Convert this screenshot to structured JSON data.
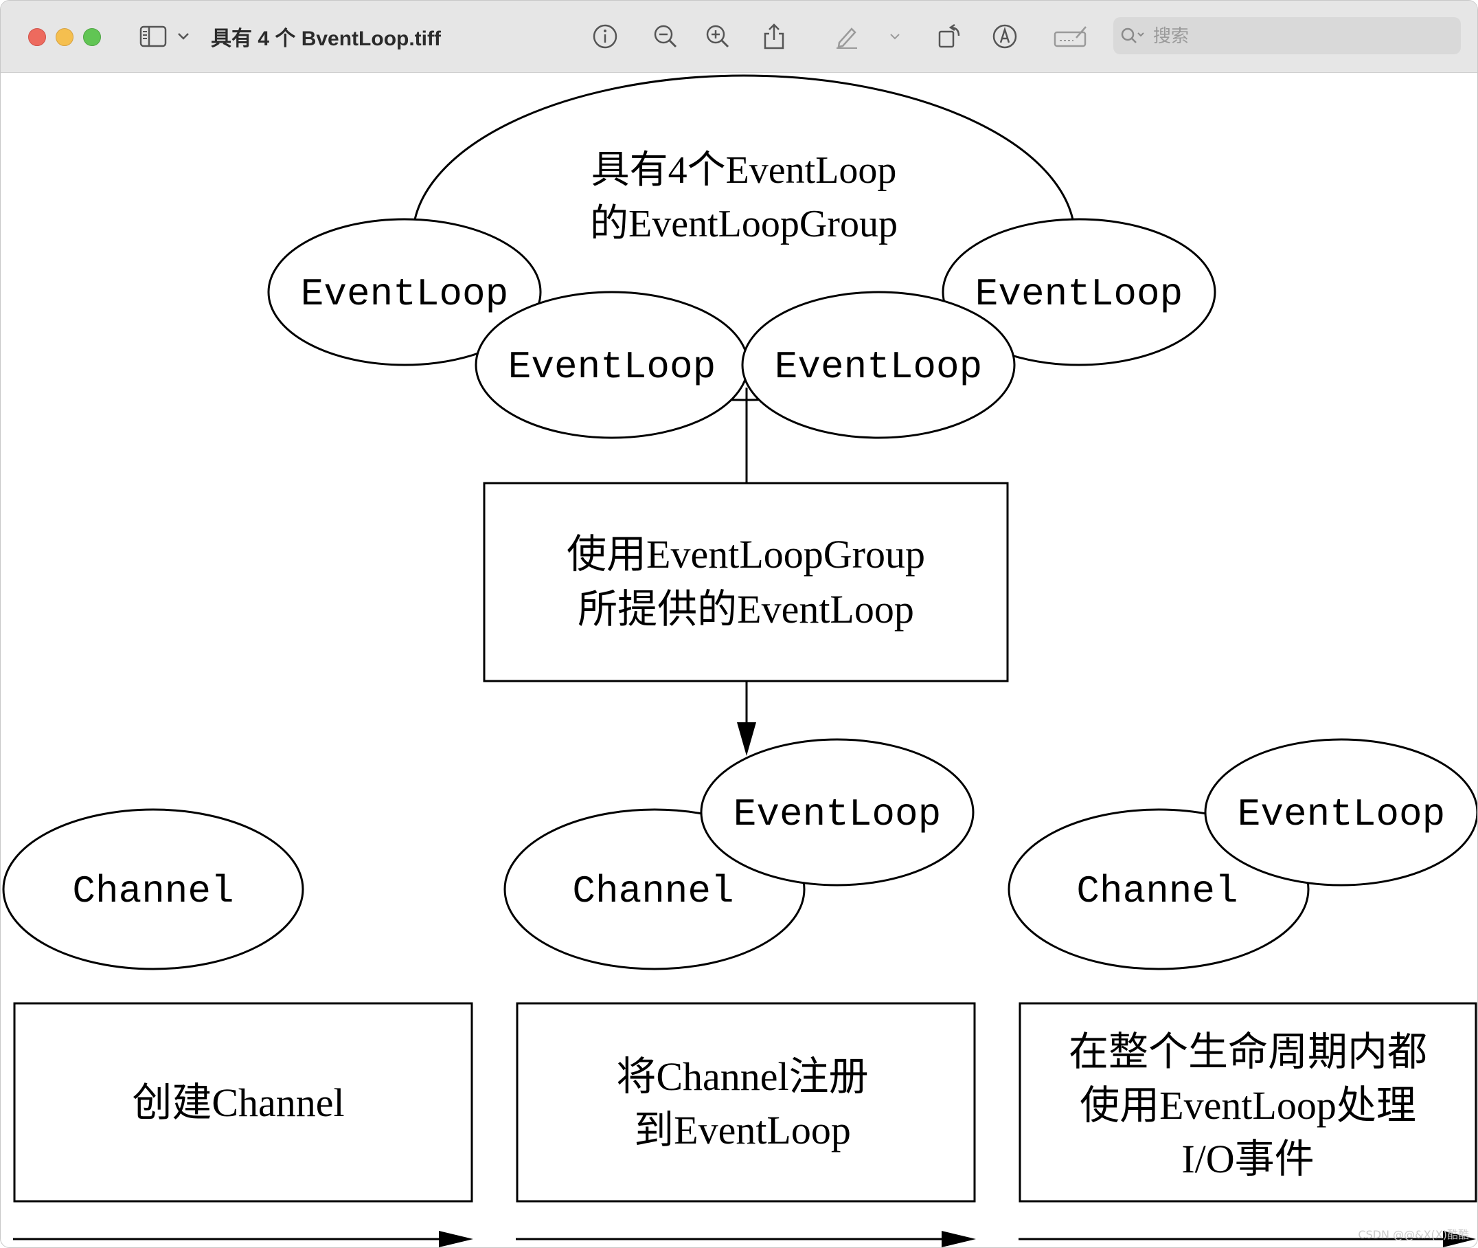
{
  "window": {
    "title": "具有 4 个 BventLoop.tiff",
    "search_placeholder": "搜索"
  },
  "toolbar": {
    "icons": [
      "sidebar-icon",
      "chevron-down-icon",
      "info-icon",
      "zoom-out-icon",
      "zoom-in-icon",
      "share-icon",
      "markup-pen-icon",
      "chevron-down-icon",
      "rotate-icon",
      "annotate-icon",
      "signature-icon",
      "search-icon"
    ]
  },
  "diagram": {
    "group_label_line1": "具有4个EventLoop",
    "group_label_line2": "的EventLoopGroup",
    "event_loop": "EventLoop",
    "channel": "Channel",
    "use_box_line1": "使用EventLoopGroup",
    "use_box_line2": "所提供的EventLoop",
    "step1": "创建Channel",
    "step2_line1": "将Channel注册",
    "step2_line2": "到EventLoop",
    "step3_line1": "在整个生命周期内都",
    "step3_line2": "使用EventLoop处理",
    "step3_line3": "I/O事件"
  },
  "watermark": "CSDN @@&X(X)酷酷"
}
